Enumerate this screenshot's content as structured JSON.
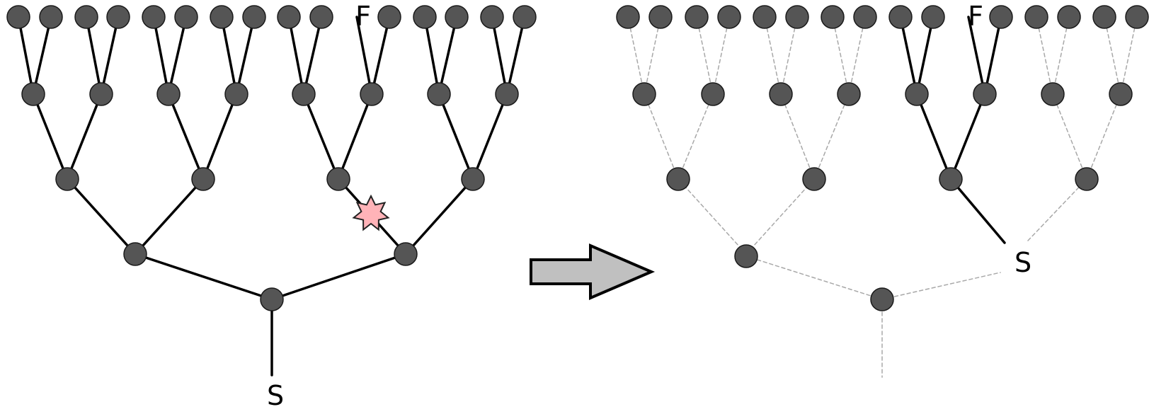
{
  "left_tree": {
    "source_label": "S",
    "target_label": "F",
    "fault_marker": "failure-star"
  },
  "right_tree": {
    "source_label": "S",
    "target_label": "F"
  },
  "arrow": {
    "fill": "#c0c0c0",
    "stroke": "#000000"
  },
  "colors": {
    "node_fill": "#555555",
    "node_stroke": "#1a1a1a",
    "active_edge": "#000000",
    "inactive_edge": "#a8a8a8",
    "star_fill": "#ffb3b8",
    "star_stroke": "#222222"
  }
}
